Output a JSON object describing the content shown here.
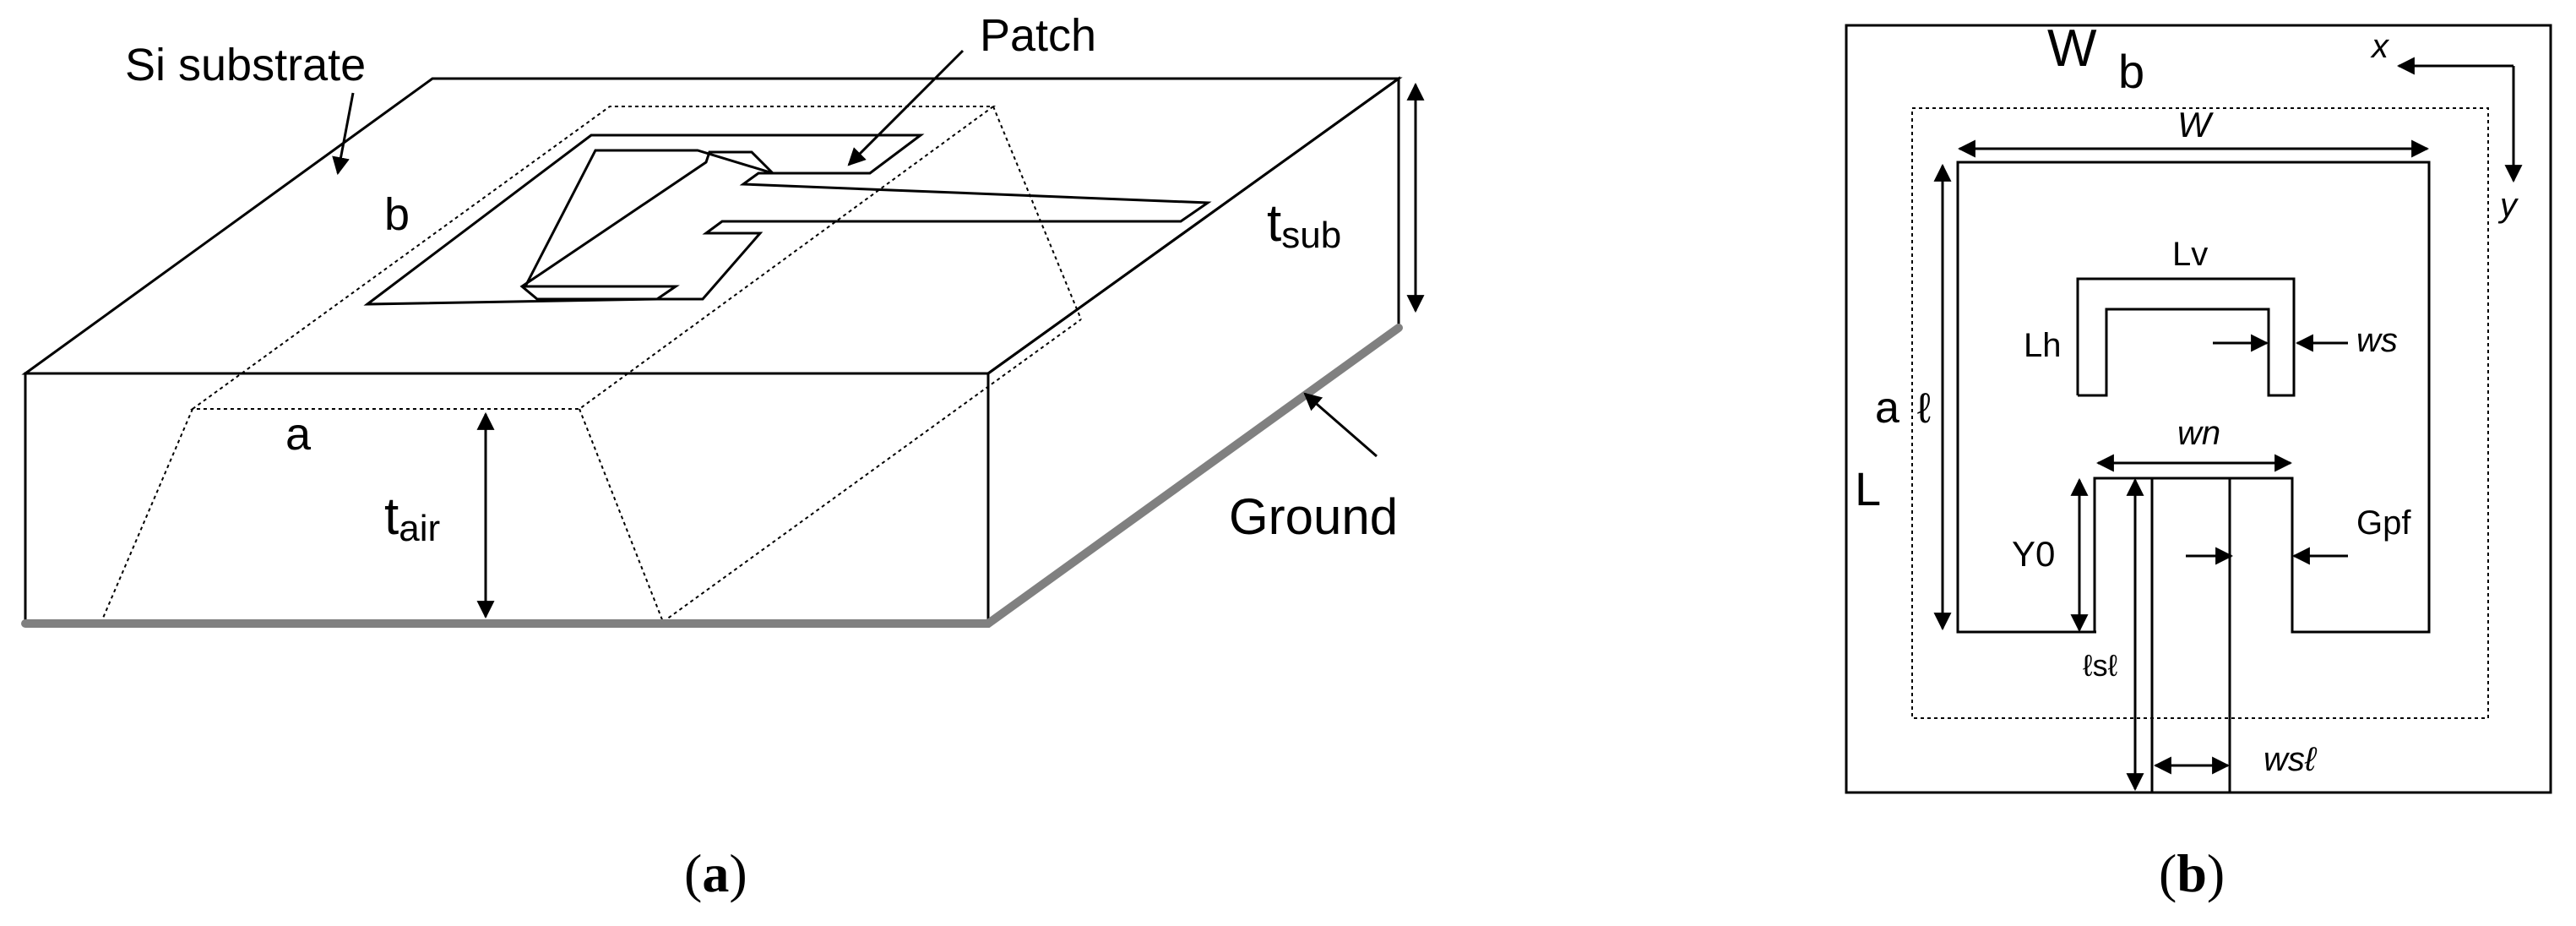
{
  "panel_a": {
    "labels": {
      "si_substrate": "Si substrate",
      "patch": "Patch",
      "b": "b",
      "t_sub": "t",
      "t_sub_sub": "sub",
      "a": "a",
      "t_air": "t",
      "t_air_sub": "air",
      "ground": "Ground"
    },
    "caption_letter": "a"
  },
  "panel_b": {
    "labels": {
      "W_outer": "W",
      "b": "b",
      "x": "x",
      "y": "y",
      "W_inner": "W",
      "Lv": "Lv",
      "Lh": "Lh",
      "ws": "ws",
      "a": "a",
      "ell": "ℓ",
      "L": "L",
      "wn": "wn",
      "Gpf": "Gpf",
      "Y0": "Y0",
      "lsl": "ℓsℓ",
      "wsl": "wsℓ"
    },
    "caption_letter": "b"
  },
  "caption_open": "(",
  "caption_close": ")"
}
